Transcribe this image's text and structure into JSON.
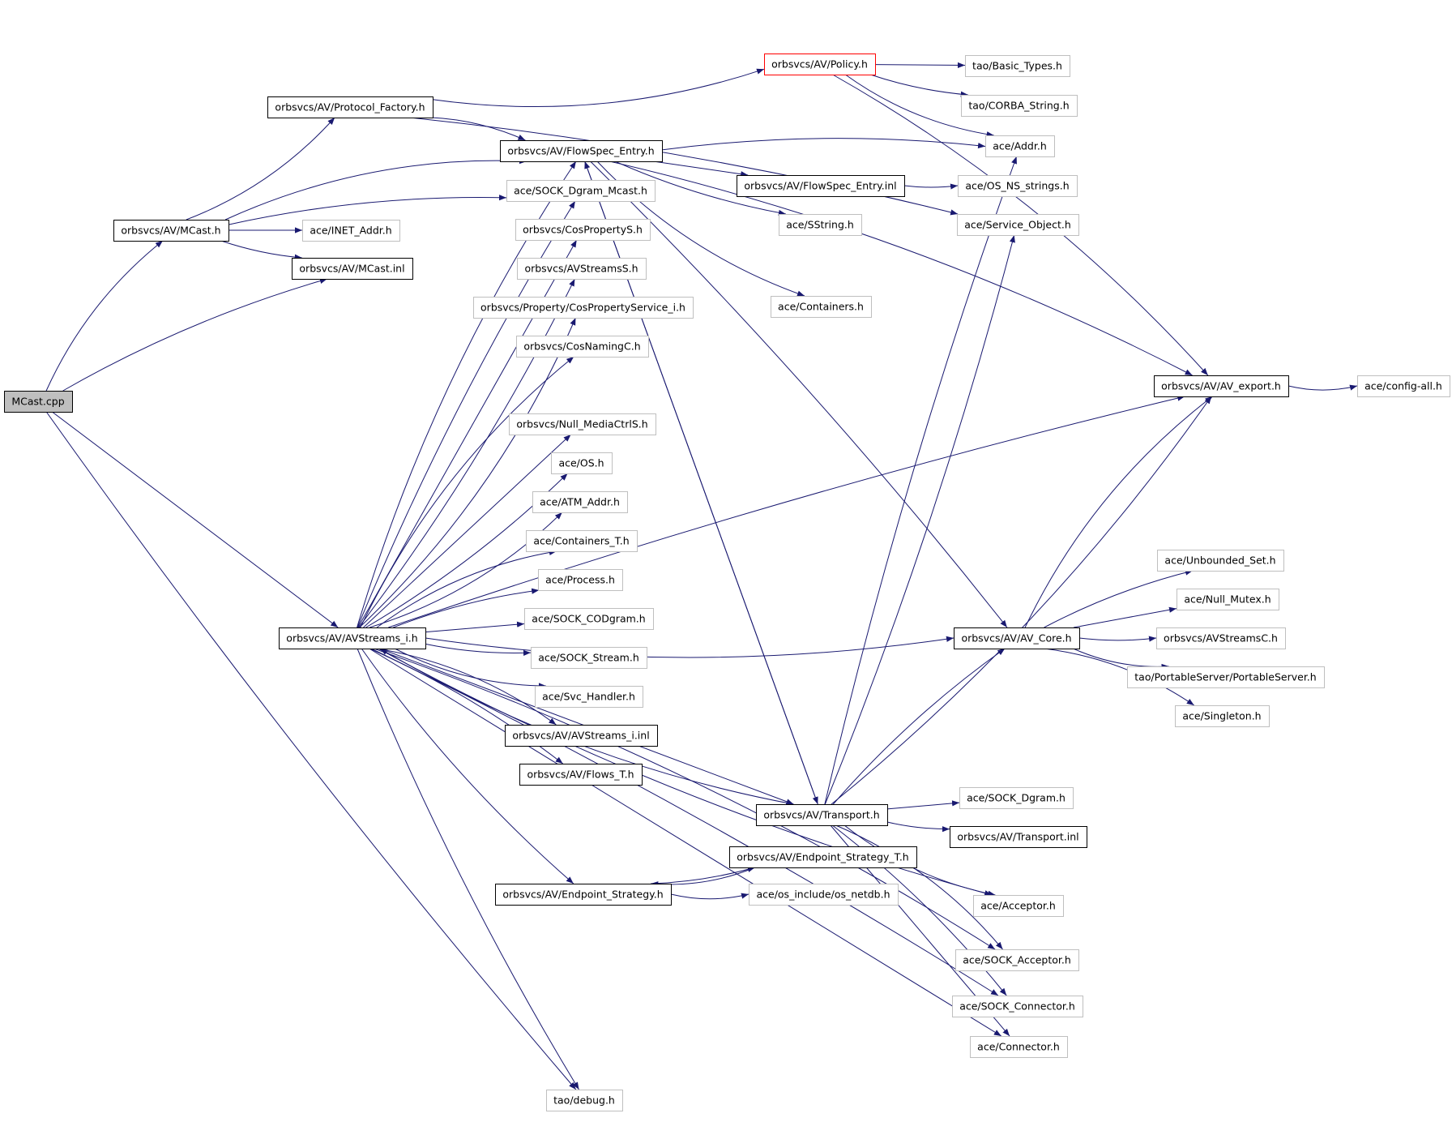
{
  "colors": {
    "edge": "#191970",
    "node_border_solid": "#000000",
    "node_border_light": "#bfbfbf",
    "node_border_truncated": "#ff0000",
    "root_fill": "#bfbfbf"
  },
  "nodes": [
    {
      "id": "n0",
      "label": "MCast.cpp",
      "style": "root"
    },
    {
      "id": "n1",
      "label": "orbsvcs/AV/MCast.h",
      "style": "solid"
    },
    {
      "id": "n2",
      "label": "orbsvcs/AV/Protocol_Factory.h",
      "style": "solid"
    },
    {
      "id": "n3",
      "label": "orbsvcs/AV/Policy.h",
      "style": "truncated"
    },
    {
      "id": "n4",
      "label": "tao/Basic_Types.h",
      "style": "light"
    },
    {
      "id": "n5",
      "label": "tao/CORBA_String.h",
      "style": "light"
    },
    {
      "id": "n6",
      "label": "ace/Addr.h",
      "style": "light"
    },
    {
      "id": "n7",
      "label": "orbsvcs/AV/FlowSpec_Entry.h",
      "style": "solid"
    },
    {
      "id": "n8",
      "label": "orbsvcs/AV/FlowSpec_Entry.inl",
      "style": "solid"
    },
    {
      "id": "n9",
      "label": "ace/OS_NS_strings.h",
      "style": "light"
    },
    {
      "id": "n10",
      "label": "ace/SString.h",
      "style": "light"
    },
    {
      "id": "n11",
      "label": "ace/Service_Object.h",
      "style": "light"
    },
    {
      "id": "n12",
      "label": "ace/SOCK_Dgram_Mcast.h",
      "style": "light"
    },
    {
      "id": "n13",
      "label": "ace/INET_Addr.h",
      "style": "light"
    },
    {
      "id": "n14",
      "label": "orbsvcs/CosPropertyS.h",
      "style": "light"
    },
    {
      "id": "n15",
      "label": "orbsvcs/AV/MCast.inl",
      "style": "solid"
    },
    {
      "id": "n16",
      "label": "orbsvcs/AVStreamsS.h",
      "style": "light"
    },
    {
      "id": "n17",
      "label": "ace/Containers.h",
      "style": "light"
    },
    {
      "id": "n18",
      "label": "orbsvcs/Property/CosPropertyService_i.h",
      "style": "light"
    },
    {
      "id": "n19",
      "label": "orbsvcs/CosNamingC.h",
      "style": "light"
    },
    {
      "id": "n20",
      "label": "orbsvcs/AV/AV_export.h",
      "style": "solid"
    },
    {
      "id": "n21",
      "label": "ace/config-all.h",
      "style": "light"
    },
    {
      "id": "n22",
      "label": "orbsvcs/Null_MediaCtrlS.h",
      "style": "light"
    },
    {
      "id": "n23",
      "label": "ace/OS.h",
      "style": "light"
    },
    {
      "id": "n24",
      "label": "ace/ATM_Addr.h",
      "style": "light"
    },
    {
      "id": "n25",
      "label": "ace/Containers_T.h",
      "style": "light"
    },
    {
      "id": "n26",
      "label": "ace/Unbounded_Set.h",
      "style": "light"
    },
    {
      "id": "n27",
      "label": "ace/Process.h",
      "style": "light"
    },
    {
      "id": "n28",
      "label": "ace/Null_Mutex.h",
      "style": "light"
    },
    {
      "id": "n29",
      "label": "orbsvcs/AV/AVStreams_i.h",
      "style": "solid"
    },
    {
      "id": "n30",
      "label": "ace/SOCK_CODgram.h",
      "style": "light"
    },
    {
      "id": "n31",
      "label": "orbsvcs/AV/AV_Core.h",
      "style": "solid"
    },
    {
      "id": "n32",
      "label": "orbsvcs/AVStreamsC.h",
      "style": "light"
    },
    {
      "id": "n33",
      "label": "ace/SOCK_Stream.h",
      "style": "light"
    },
    {
      "id": "n34",
      "label": "tao/PortableServer/PortableServer.h",
      "style": "light"
    },
    {
      "id": "n35",
      "label": "ace/Svc_Handler.h",
      "style": "light"
    },
    {
      "id": "n36",
      "label": "ace/Singleton.h",
      "style": "light"
    },
    {
      "id": "n37",
      "label": "orbsvcs/AV/AVStreams_i.inl",
      "style": "solid"
    },
    {
      "id": "n38",
      "label": "orbsvcs/AV/Flows_T.h",
      "style": "solid"
    },
    {
      "id": "n39",
      "label": "ace/SOCK_Dgram.h",
      "style": "light"
    },
    {
      "id": "n40",
      "label": "orbsvcs/AV/Transport.h",
      "style": "solid"
    },
    {
      "id": "n41",
      "label": "orbsvcs/AV/Transport.inl",
      "style": "solid"
    },
    {
      "id": "n42",
      "label": "orbsvcs/AV/Endpoint_Strategy_T.h",
      "style": "solid"
    },
    {
      "id": "n43",
      "label": "orbsvcs/AV/Endpoint_Strategy.h",
      "style": "solid"
    },
    {
      "id": "n44",
      "label": "ace/os_include/os_netdb.h",
      "style": "light"
    },
    {
      "id": "n45",
      "label": "ace/Acceptor.h",
      "style": "light"
    },
    {
      "id": "n46",
      "label": "ace/SOCK_Acceptor.h",
      "style": "light"
    },
    {
      "id": "n47",
      "label": "ace/SOCK_Connector.h",
      "style": "light"
    },
    {
      "id": "n48",
      "label": "ace/Connector.h",
      "style": "light"
    },
    {
      "id": "n49",
      "label": "tao/debug.h",
      "style": "light"
    }
  ],
  "edges": [
    [
      "n0",
      "n1"
    ],
    [
      "n0",
      "n15"
    ],
    [
      "n0",
      "n29"
    ],
    [
      "n0",
      "n49"
    ],
    [
      "n1",
      "n2"
    ],
    [
      "n1",
      "n7"
    ],
    [
      "n1",
      "n12"
    ],
    [
      "n1",
      "n13"
    ],
    [
      "n1",
      "n15"
    ],
    [
      "n2",
      "n3"
    ],
    [
      "n2",
      "n7"
    ],
    [
      "n2",
      "n11"
    ],
    [
      "n3",
      "n4"
    ],
    [
      "n3",
      "n5"
    ],
    [
      "n3",
      "n6"
    ],
    [
      "n3",
      "n20"
    ],
    [
      "n7",
      "n6"
    ],
    [
      "n7",
      "n8"
    ],
    [
      "n7",
      "n10"
    ],
    [
      "n7",
      "n17"
    ],
    [
      "n7",
      "n20"
    ],
    [
      "n7",
      "n31"
    ],
    [
      "n7",
      "n40"
    ],
    [
      "n8",
      "n9"
    ],
    [
      "n20",
      "n21"
    ],
    [
      "n29",
      "n7"
    ],
    [
      "n29",
      "n12"
    ],
    [
      "n29",
      "n14"
    ],
    [
      "n29",
      "n16"
    ],
    [
      "n29",
      "n18"
    ],
    [
      "n29",
      "n19"
    ],
    [
      "n29",
      "n20"
    ],
    [
      "n29",
      "n22"
    ],
    [
      "n29",
      "n23"
    ],
    [
      "n29",
      "n24"
    ],
    [
      "n29",
      "n25"
    ],
    [
      "n29",
      "n27"
    ],
    [
      "n29",
      "n30"
    ],
    [
      "n29",
      "n33"
    ],
    [
      "n29",
      "n35"
    ],
    [
      "n29",
      "n37"
    ],
    [
      "n29",
      "n38"
    ],
    [
      "n29",
      "n40"
    ],
    [
      "n29",
      "n43"
    ],
    [
      "n29",
      "n45"
    ],
    [
      "n29",
      "n46"
    ],
    [
      "n29",
      "n47"
    ],
    [
      "n29",
      "n48"
    ],
    [
      "n29",
      "n49"
    ],
    [
      "n29",
      "n31"
    ],
    [
      "n31",
      "n20"
    ],
    [
      "n31",
      "n26"
    ],
    [
      "n31",
      "n28"
    ],
    [
      "n31",
      "n32"
    ],
    [
      "n31",
      "n34"
    ],
    [
      "n31",
      "n36"
    ],
    [
      "n40",
      "n6"
    ],
    [
      "n40",
      "n7"
    ],
    [
      "n40",
      "n11"
    ],
    [
      "n40",
      "n20"
    ],
    [
      "n40",
      "n29"
    ],
    [
      "n40",
      "n31"
    ],
    [
      "n40",
      "n39"
    ],
    [
      "n40",
      "n41"
    ],
    [
      "n40",
      "n45"
    ],
    [
      "n40",
      "n46"
    ],
    [
      "n40",
      "n47"
    ],
    [
      "n40",
      "n48"
    ],
    [
      "n43",
      "n42"
    ],
    [
      "n43",
      "n44"
    ],
    [
      "n42",
      "n43"
    ]
  ]
}
